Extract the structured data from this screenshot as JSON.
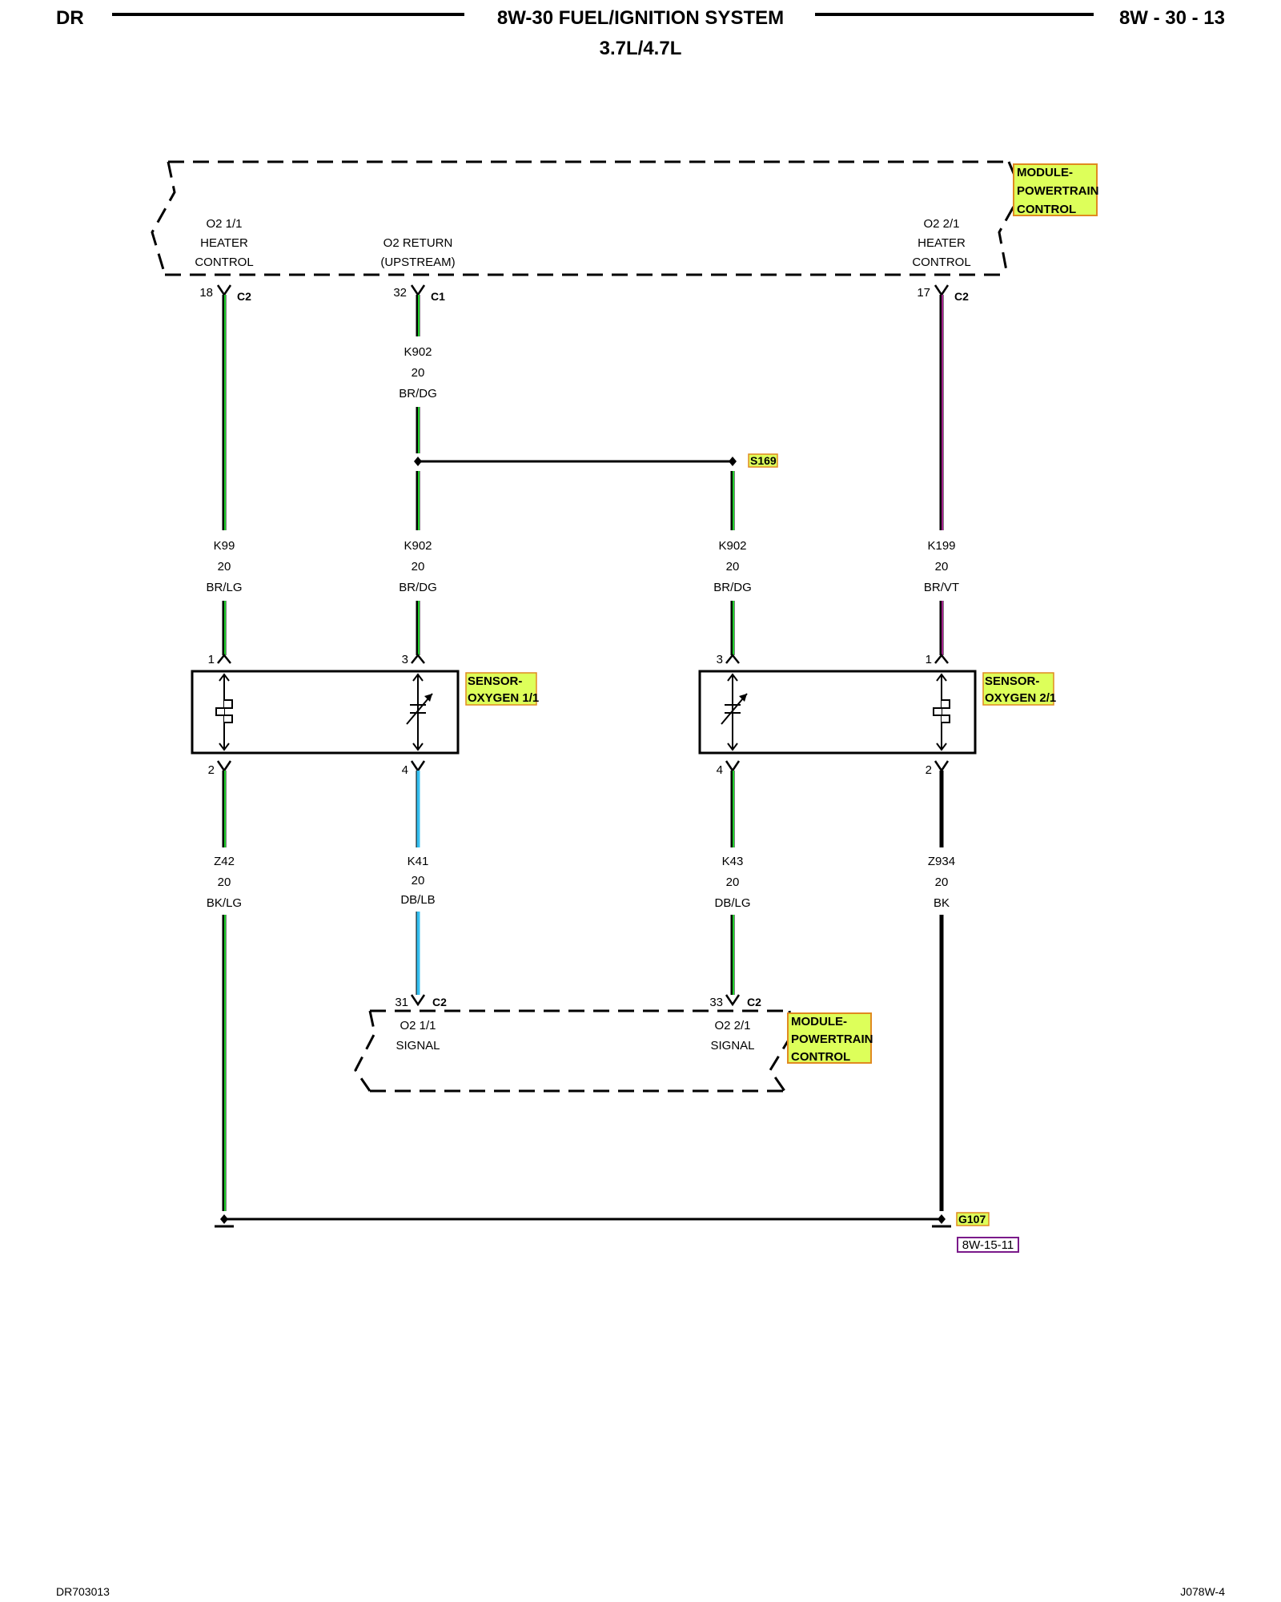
{
  "header": {
    "left": "DR",
    "title": "8W-30 FUEL/IGNITION SYSTEM",
    "subtitle": "3.7L/4.7L",
    "page": "8W - 30 - 13"
  },
  "footer": {
    "left": "DR703013",
    "right": "J078W-4"
  },
  "pcm_top": {
    "name": [
      "MODULE-",
      "POWERTRAIN",
      "CONTROL"
    ],
    "pins": [
      {
        "label": [
          "O2 1/1",
          "HEATER",
          "CONTROL"
        ],
        "pin": "18",
        "conn": "C2"
      },
      {
        "label": [
          "O2 RETURN",
          "(UPSTREAM)"
        ],
        "pin": "32",
        "conn": "C1"
      },
      {
        "label": [
          "O2 2/1",
          "HEATER",
          "CONTROL"
        ],
        "pin": "17",
        "conn": "C2"
      }
    ]
  },
  "wires_top": [
    {
      "circuit": "K902",
      "gauge": "20",
      "color": "BR/DG"
    }
  ],
  "splice": "S169",
  "wires_mid": [
    {
      "circuit": "K99",
      "gauge": "20",
      "color": "BR/LG"
    },
    {
      "circuit": "K902",
      "gauge": "20",
      "color": "BR/DG"
    },
    {
      "circuit": "K902",
      "gauge": "20",
      "color": "BR/DG"
    },
    {
      "circuit": "K199",
      "gauge": "20",
      "color": "BR/VT"
    }
  ],
  "sensors": [
    {
      "name": [
        "SENSOR-",
        "OXYGEN 1/1"
      ],
      "pins_top": [
        "1",
        "3"
      ],
      "pins_bottom": [
        "2",
        "4"
      ]
    },
    {
      "name": [
        "SENSOR-",
        "OXYGEN 2/1"
      ],
      "pins_top": [
        "3",
        "1"
      ],
      "pins_bottom": [
        "4",
        "2"
      ]
    }
  ],
  "wires_low": [
    {
      "circuit": "Z42",
      "gauge": "20",
      "color": "BK/LG"
    },
    {
      "circuit": "K41",
      "gauge": "20",
      "color": "DB/LB"
    },
    {
      "circuit": "K43",
      "gauge": "20",
      "color": "DB/LG"
    },
    {
      "circuit": "Z934",
      "gauge": "20",
      "color": "BK"
    }
  ],
  "pcm_bottom": {
    "name": [
      "MODULE-",
      "POWERTRAIN",
      "CONTROL"
    ],
    "pins": [
      {
        "label": [
          "O2 1/1",
          "SIGNAL"
        ],
        "pin": "31",
        "conn": "C2"
      },
      {
        "label": [
          "O2 2/1",
          "SIGNAL"
        ],
        "pin": "33",
        "conn": "C2"
      }
    ]
  },
  "ground": {
    "name": "G107",
    "ref": "8W-15-11"
  },
  "colors": {
    "highlight_fill": "#ddff5a",
    "highlight_border": "#e08a20",
    "wire_green": "#1fcf2a",
    "wire_violet": "#a0208a",
    "wire_blue": "#35bff0",
    "wire_black": "#000000",
    "ref_box": "#7a1a8a"
  }
}
